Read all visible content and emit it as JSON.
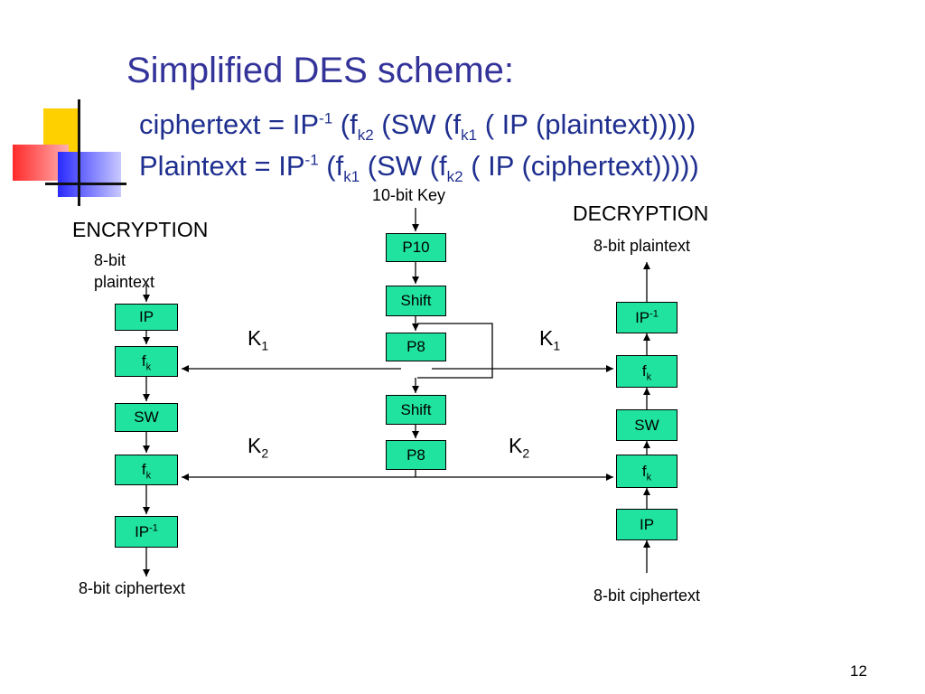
{
  "slide": {
    "title": "Simplified DES scheme:",
    "page_number": "12",
    "equations": [
      {
        "parts": [
          {
            "t": "ciphertext = IP"
          },
          {
            "t": "-1",
            "sup": true
          },
          {
            "t": " (f"
          },
          {
            "t": "k2",
            "sub": true
          },
          {
            "t": " (SW (f"
          },
          {
            "t": "k1",
            "sub": true
          },
          {
            "t": " ( IP (plaintext)))))"
          }
        ]
      },
      {
        "parts": [
          {
            "t": "Plaintext = IP"
          },
          {
            "t": "-1",
            "sup": true
          },
          {
            "t": " (f"
          },
          {
            "t": "k1",
            "sub": true
          },
          {
            "t": " (SW (f"
          },
          {
            "t": "k2",
            "sub": true
          },
          {
            "t": " ( IP (ciphertext)))))"
          }
        ]
      }
    ]
  },
  "diagram": {
    "encryption": {
      "heading": "ENCRYPTION",
      "input_label": "8-bit plaintext",
      "output_label": "8-bit ciphertext",
      "boxes": [
        {
          "main": "IP",
          "sup": ""
        },
        {
          "main": "f",
          "sub": "k"
        },
        {
          "main": "SW"
        },
        {
          "main": "f",
          "sub": "k"
        },
        {
          "main": "IP",
          "sup": "-1"
        }
      ]
    },
    "key_schedule": {
      "input_label": "10-bit Key",
      "boxes": [
        "P10",
        "Shift",
        "P8",
        "Shift",
        "P8"
      ]
    },
    "decryption": {
      "heading": "DECRYPTION",
      "input_label": "8-bit ciphertext",
      "output_label": "8-bit plaintext",
      "boxes": [
        {
          "main": "IP",
          "sup": "-1"
        },
        {
          "main": "f",
          "sub": "k"
        },
        {
          "main": "SW"
        },
        {
          "main": "f",
          "sub": "k"
        },
        {
          "main": "IP"
        }
      ]
    },
    "subkeys": {
      "k1": {
        "main": "K",
        "sub": "1"
      },
      "k2": {
        "main": "K",
        "sub": "2"
      }
    }
  },
  "colors": {
    "box_fill": "#20e3a0",
    "title": "#33339a",
    "equation": "#1f2f8f",
    "deco_yellow": "#ffd000",
    "deco_red": "#ff3030",
    "deco_blue": "#3a3aff"
  }
}
